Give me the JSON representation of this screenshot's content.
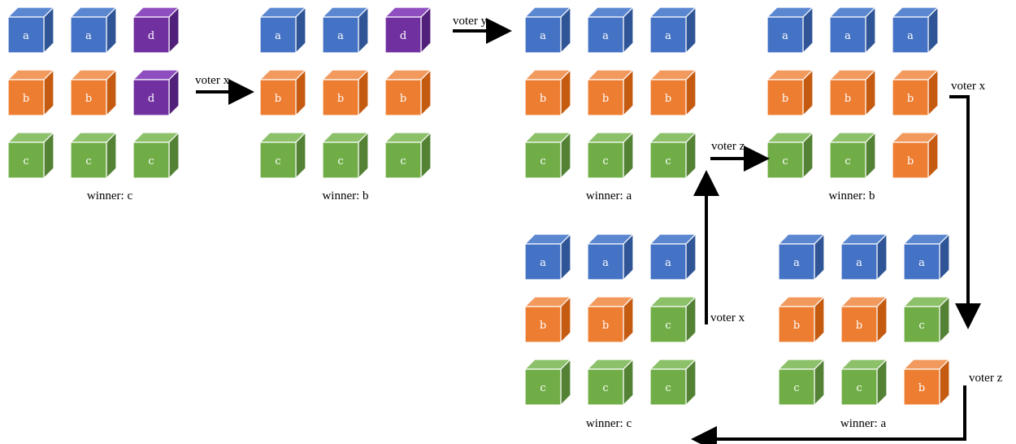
{
  "colors": {
    "a": {
      "front": "#4472C4",
      "top": "#5B87D1",
      "side": "#2F5597"
    },
    "b": {
      "front": "#ED7D31",
      "top": "#F29A5E",
      "side": "#C55A11"
    },
    "c": {
      "front": "#70AD47",
      "top": "#8CC16A",
      "side": "#548235"
    },
    "d": {
      "front": "#7030A0",
      "top": "#8E4EC0",
      "side": "#50207A"
    }
  },
  "profiles": [
    {
      "id": "profile-1",
      "winner_text": "winner: c",
      "grid": [
        [
          "a",
          "a",
          "d"
        ],
        [
          "b",
          "b",
          "d"
        ],
        [
          "c",
          "c",
          "c"
        ]
      ]
    },
    {
      "id": "profile-2",
      "winner_text": "winner: b",
      "grid": [
        [
          "a",
          "a",
          "d"
        ],
        [
          "b",
          "b",
          "b"
        ],
        [
          "c",
          "c",
          "c"
        ]
      ]
    },
    {
      "id": "profile-3",
      "winner_text": "winner: a",
      "grid": [
        [
          "a",
          "a",
          "a"
        ],
        [
          "b",
          "b",
          "b"
        ],
        [
          "c",
          "c",
          "c"
        ]
      ]
    },
    {
      "id": "profile-4",
      "winner_text": "winner: b",
      "grid": [
        [
          "a",
          "a",
          "a"
        ],
        [
          "b",
          "b",
          "b"
        ],
        [
          "c",
          "c",
          "b"
        ]
      ]
    },
    {
      "id": "profile-5",
      "winner_text": "winner: c",
      "grid": [
        [
          "a",
          "a",
          "a"
        ],
        [
          "b",
          "b",
          "c"
        ],
        [
          "c",
          "c",
          "c"
        ]
      ]
    },
    {
      "id": "profile-6",
      "winner_text": "winner: a",
      "grid": [
        [
          "a",
          "a",
          "a"
        ],
        [
          "b",
          "b",
          "c"
        ],
        [
          "c",
          "c",
          "b"
        ]
      ]
    }
  ],
  "arrows": [
    {
      "id": "arrow-1",
      "label": "voter x"
    },
    {
      "id": "arrow-2",
      "label": "voter y"
    },
    {
      "id": "arrow-3",
      "label": "voter z"
    },
    {
      "id": "arrow-4",
      "label": "voter x"
    },
    {
      "id": "arrow-5",
      "label": "voter z"
    },
    {
      "id": "arrow-6",
      "label": "voter x"
    }
  ]
}
